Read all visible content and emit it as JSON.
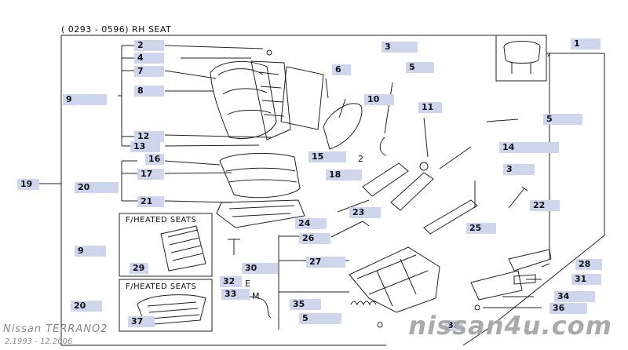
{
  "title": "( 0293 - 0596) RH SEAT",
  "brand": {
    "name": "Nissan TERRANO2",
    "years": "2.1993 - 12.2006"
  },
  "watermark": "nissan4u.com",
  "boxes": {
    "heated_back": "F/HEATED SEATS",
    "heated_cushion": "F/HEATED SEATS"
  },
  "small_labels": {
    "two": "2",
    "e": "E",
    "m": "M"
  },
  "parts": {
    "p1": "1",
    "p2": "2",
    "p3a": "3",
    "p3b": "3",
    "p4": "4",
    "p5a": "5",
    "p5b": "5",
    "p5c": "5",
    "p6": "6",
    "p7": "7",
    "p8": "8",
    "p9a": "9",
    "p9b": "9",
    "p10": "10",
    "p11": "11",
    "p12": "12",
    "p13": "13",
    "p14": "14",
    "p15": "15",
    "p16": "16",
    "p17": "17",
    "p18": "18",
    "p19": "19",
    "p20a": "20",
    "p20b": "20",
    "p21": "21",
    "p22": "22",
    "p23": "23",
    "p24": "24",
    "p25": "25",
    "p26": "26",
    "p27": "27",
    "p28": "28",
    "p29": "29",
    "p30": "30",
    "p31": "31",
    "p32": "32",
    "p33": "33",
    "p34": "34",
    "p35": "35",
    "p36": "36",
    "p37": "37",
    "p38": "38"
  }
}
